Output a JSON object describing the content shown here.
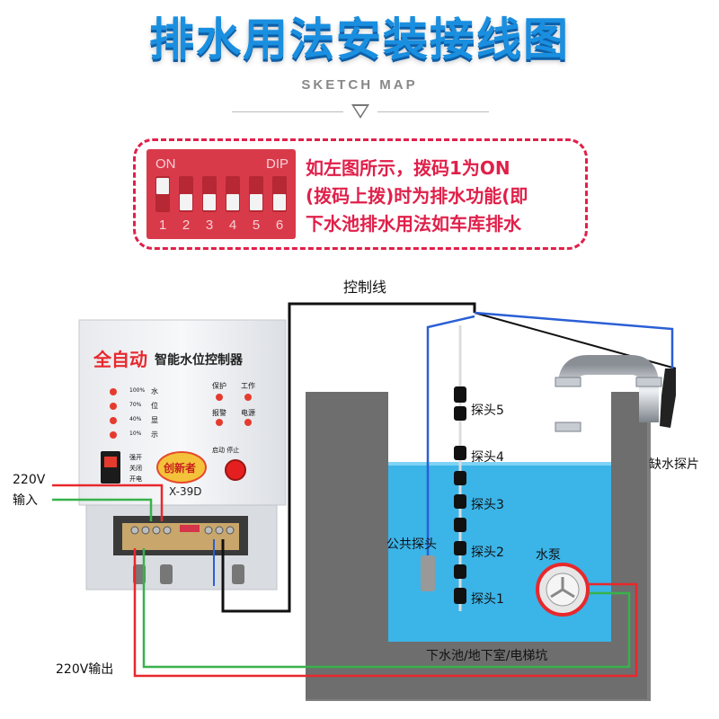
{
  "title": "排水用法安装接线图",
  "subtitle": "SKETCH MAP",
  "note": {
    "dip_on": "ON",
    "dip_dip": "DIP",
    "switch_numbers": [
      "1",
      "2",
      "3",
      "4",
      "5",
      "6"
    ],
    "switch_on": [
      true,
      false,
      false,
      false,
      false,
      false
    ],
    "lines": [
      "如左图所示，拨码1为ON",
      "(拨码上拨)时为排水功能(即",
      "下水池排水用法如车库排水"
    ],
    "color": "#e0204a"
  },
  "controller": {
    "brand_line1": "全自动",
    "brand_line2": "智能水位控制器",
    "model": "X-39D",
    "logo": "创新者",
    "level_labels": [
      "水",
      "位",
      "显",
      "示"
    ],
    "percent_labels": [
      "100%",
      "70%",
      "40%",
      "10%"
    ],
    "indicator_labels": [
      "保护",
      "工作",
      "报警",
      "电源"
    ],
    "switch_labels": [
      "强开",
      "关闭",
      "开电"
    ],
    "button_label": "启动 停止"
  },
  "labels": {
    "control_line": "控制线",
    "input_220v": "220V",
    "input_word": "输入",
    "output_220v": "220V输出",
    "common_probe": "公共探头",
    "probes": [
      "探头5",
      "探头4",
      "探头3",
      "探头2",
      "探头1"
    ],
    "pump": "水泵",
    "lack_water_probe": "缺水探片",
    "pool": "下水池/地下室/电梯坑"
  },
  "colors": {
    "title": "#1a8fe0",
    "water": "#3bb4e8",
    "wire_red": "#e8282c",
    "wire_green": "#38b24a",
    "wire_blue": "#2a5fd6",
    "wire_black": "#111111"
  }
}
